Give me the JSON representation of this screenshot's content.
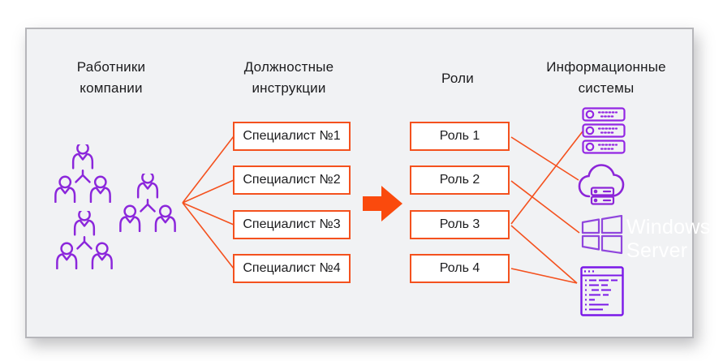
{
  "diagram": {
    "columns": [
      {
        "id": "employees",
        "title": "Работники компании"
      },
      {
        "id": "instructions",
        "title": "Должностные инструкции",
        "items": [
          "Специалист №1",
          "Специалист №2",
          "Специалист №3",
          "Специалист №4"
        ]
      },
      {
        "id": "roles",
        "title": "Роли",
        "items": [
          "Роль 1",
          "Роль 2",
          "Роль 3",
          "Роль 4"
        ]
      },
      {
        "id": "systems",
        "title": "Информационные системы",
        "icons": [
          "server-rack-icon",
          "cloud-server-icon",
          "windows-logo-icon",
          "code-window-icon"
        ],
        "windows_label": "Windows Server"
      }
    ],
    "employee_groups": 3,
    "connections": [
      {
        "from": "employee-groups",
        "to": "Специалист №1"
      },
      {
        "from": "employee-groups",
        "to": "Специалист №2"
      },
      {
        "from": "employee-groups",
        "to": "Специалист №3"
      },
      {
        "from": "employee-groups",
        "to": "Специалист №4"
      },
      {
        "from": "instructions-column",
        "to": "roles-column",
        "type": "big-arrow"
      },
      {
        "from": "Роль 1",
        "to": "cloud-server"
      },
      {
        "from": "Роль 2",
        "to": "windows-server"
      },
      {
        "from": "Роль 3",
        "to": "server-rack"
      },
      {
        "from": "Роль 3",
        "to": "code-window"
      },
      {
        "from": "Роль 4",
        "to": "code-window"
      }
    ]
  },
  "colors": {
    "accent_orange": "#F4511E",
    "arrow_orange": "#FA4A0D",
    "icon_purple": "#8B26DB",
    "card_background": "#f1f2f4",
    "card_border": "#b6b6ba",
    "text": "#1c1c1e"
  }
}
